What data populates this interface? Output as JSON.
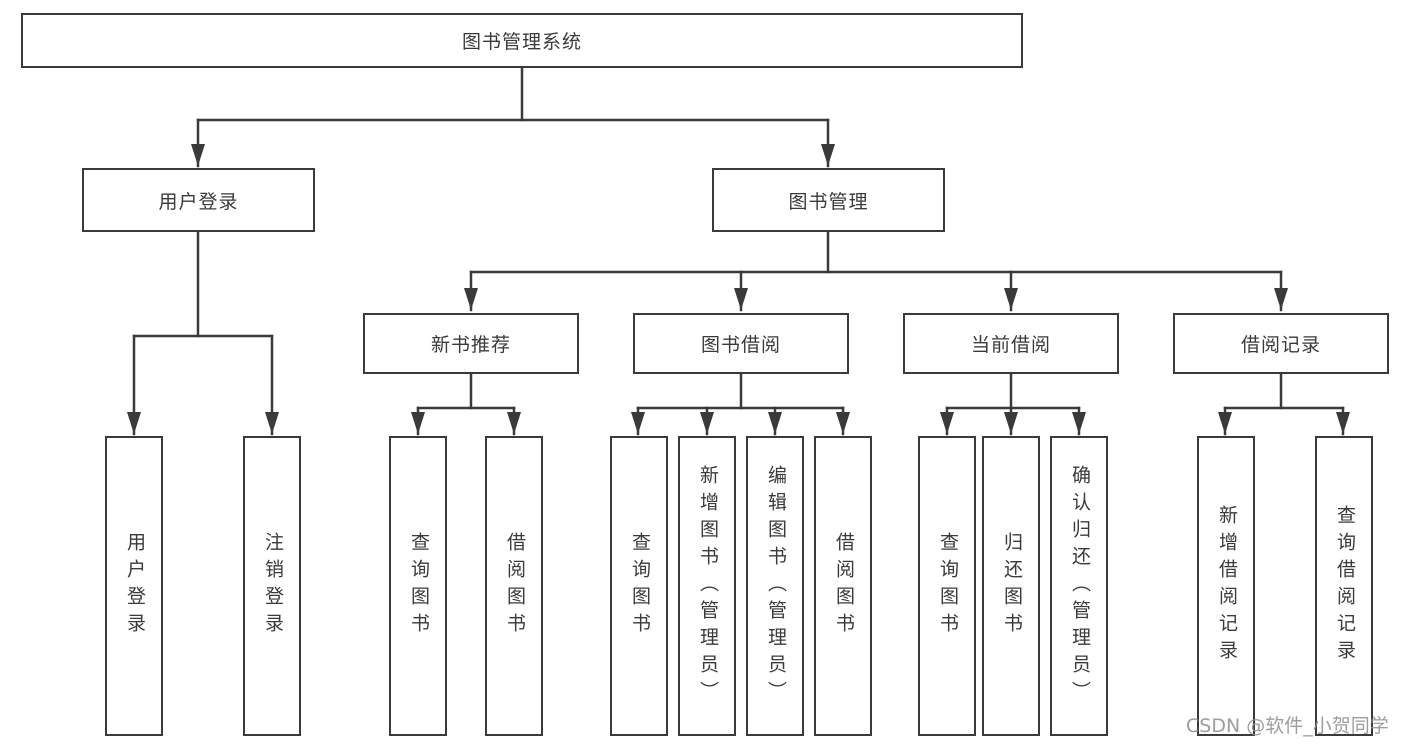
{
  "root_label": "图书管理系统",
  "user_login": {
    "label": "用户登录",
    "children": [
      "用户登录",
      "注销登录"
    ]
  },
  "book_mgmt": {
    "label": "图书管理",
    "sections": [
      {
        "label": "新书推荐",
        "children": [
          "查询图书",
          "借阅图书"
        ]
      },
      {
        "label": "图书借阅",
        "children": [
          "查询图书",
          "新增图书（管理员）",
          "编辑图书（管理员）",
          "借阅图书"
        ]
      },
      {
        "label": "当前借阅",
        "children": [
          "查询图书",
          "归还图书",
          "确认归还（管理员）"
        ]
      },
      {
        "label": "借阅记录",
        "children": [
          "新增借阅记录",
          "查询借阅记录"
        ]
      }
    ]
  },
  "watermark": "CSDN @软件_小贺同学",
  "colors": {
    "line": "#3a3a3a",
    "text": "#3a3a3a",
    "watermark": "#8c8c8c",
    "background": "#ffffff"
  }
}
